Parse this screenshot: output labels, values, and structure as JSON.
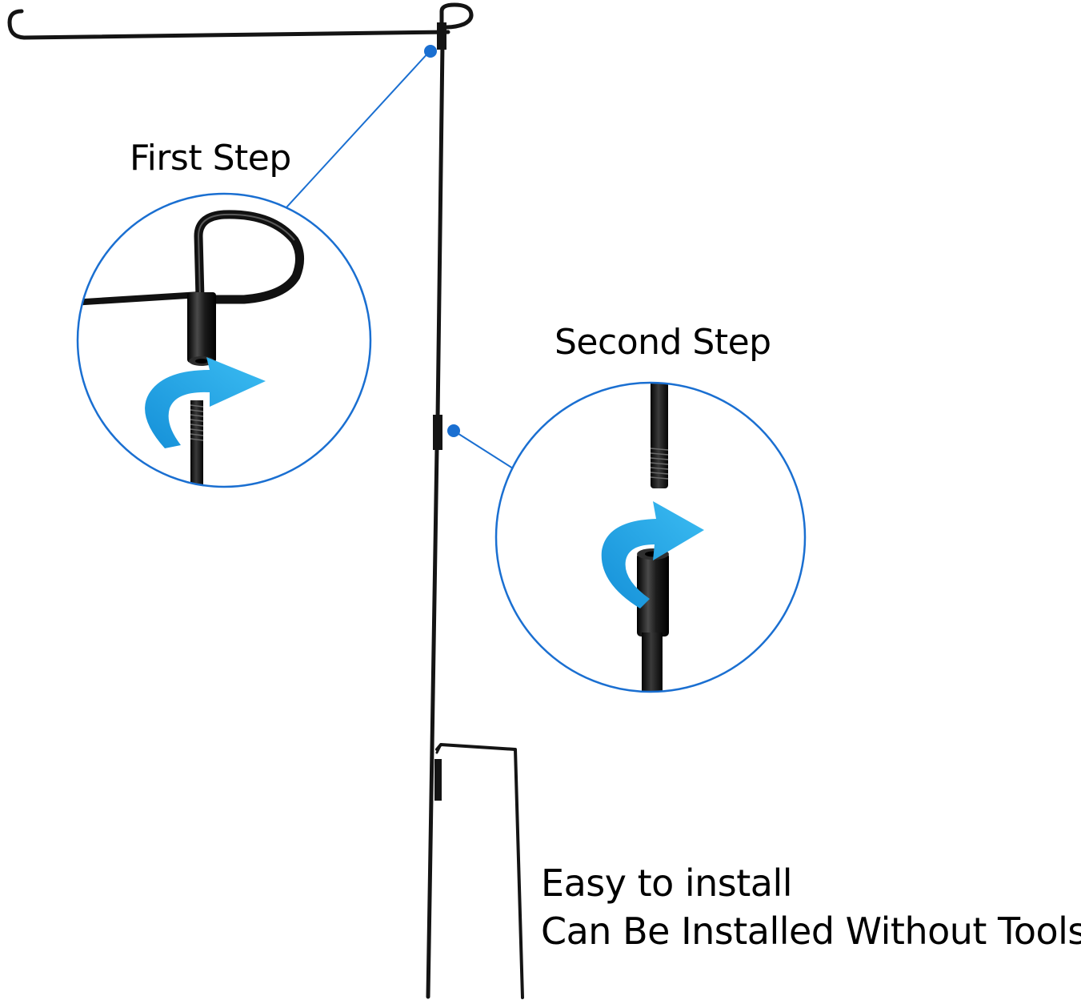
{
  "labels": {
    "first_step": "First Step",
    "second_step": "Second Step"
  },
  "footer": {
    "line1": "Easy to install",
    "line2": "Can Be Installed Without Tools"
  },
  "colors": {
    "pole": "#141414",
    "accent_blue": "#1a6fd1",
    "arrow_blue": "#29a8e8",
    "background": "#ffffff"
  },
  "icons": {
    "first_step_arrow": "curved-arrow-icon",
    "second_step_arrow": "curved-arrow-icon"
  }
}
